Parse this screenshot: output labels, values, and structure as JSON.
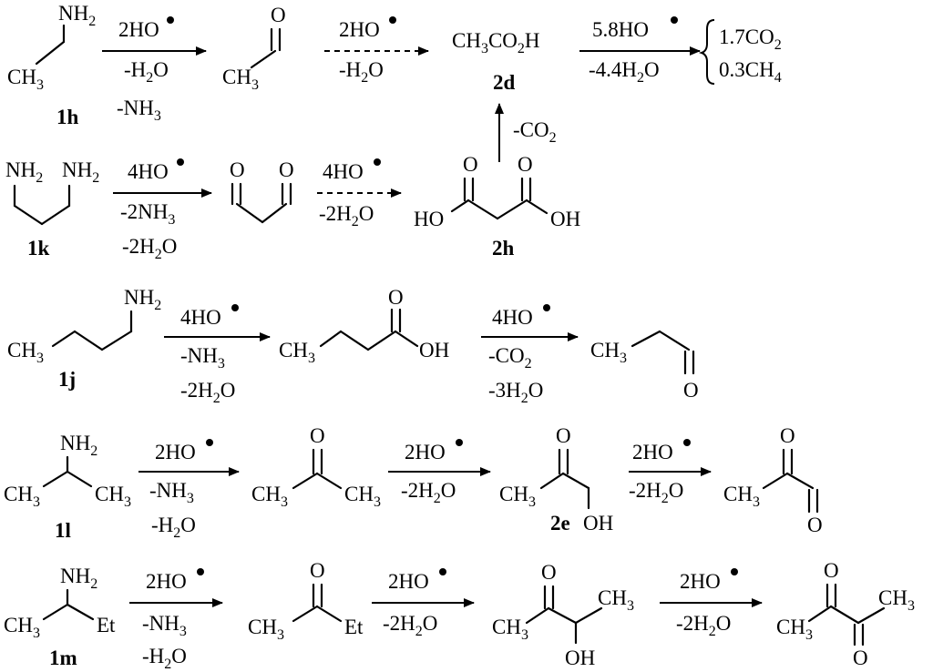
{
  "labels": {
    "r1": "1h",
    "r2": "1k",
    "r3": "1j",
    "r4": "1l",
    "r5": "1m",
    "p2d": "2d",
    "p2h": "2h",
    "p2e": "2e"
  },
  "conditions": {
    "r1_a_reagent": "2HO",
    "r1_a_loss1": "-H2O",
    "r1_a_loss2": "-NH3",
    "r1_b_reagent": "2HO",
    "r1_b_loss1": "-H2O",
    "r1_c_reagent": "5.8HO",
    "r1_c_loss1": "-4.4H2O",
    "decarb": "-CO2",
    "r2_a_reagent": "4HO",
    "r2_a_loss1": "-2NH3",
    "r2_a_loss2": "-2H2O",
    "r2_b_reagent": "4HO",
    "r2_b_loss1": "-2H2O",
    "r3_a_reagent": "4HO",
    "r3_a_loss1": "-NH3",
    "r3_a_loss2": "-2H2O",
    "r3_b_reagent": "4HO",
    "r3_b_loss1": "-CO2",
    "r3_b_loss2": "-3H2O",
    "r4_a_reagent": "2HO",
    "r4_a_loss1": "-NH3",
    "r4_a_loss2": "-H2O",
    "r4_b_reagent": "2HO",
    "r4_b_loss1": "-2H2O",
    "r4_c_reagent": "2HO",
    "r4_c_loss1": "-2H2O",
    "r5_a_reagent": "2HO",
    "r5_a_loss1": "-NH3",
    "r5_a_loss2": "-H2O",
    "r5_b_reagent": "2HO",
    "r5_b_loss1": "-2H2O",
    "r5_c_reagent": "2HO",
    "r5_c_loss1": "-2H2O"
  },
  "products": {
    "co2": "1.7CO2",
    "ch4": "0.3CH4",
    "acetic_acid": "CH3CO2H"
  },
  "atoms": {
    "nh2": "NH2",
    "ch3": "CH3",
    "o": "O",
    "oh": "OH",
    "ho": "HO",
    "et": "Et"
  }
}
